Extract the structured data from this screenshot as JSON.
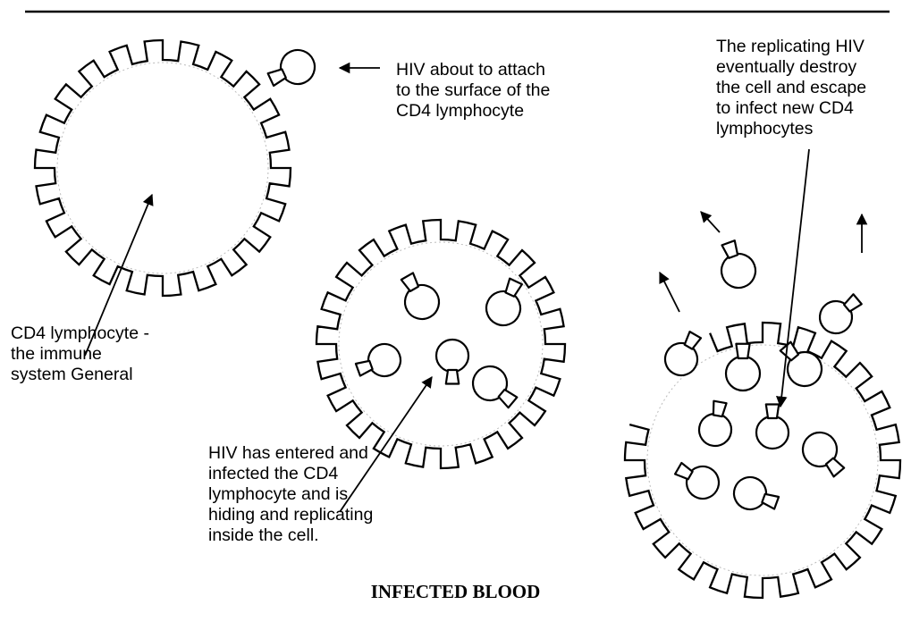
{
  "diagram": {
    "caption": "INFECTED BLOOD",
    "labels": {
      "hiv_attach": [
        "HIV about to attach",
        "to the surface of the",
        "CD4 lymphocyte"
      ],
      "replicating_escape": [
        "The replicating HIV",
        "eventually destroy",
        "the cell and escape",
        "to infect new CD4",
        "lymphocytes"
      ],
      "cd4_general": [
        "CD4 lymphocyte -",
        "the immune",
        "system General"
      ],
      "hiv_entered": [
        "HIV has entered and",
        "infected the CD4",
        "lymphocyte and is",
        "hiding and replicating",
        "inside the cell."
      ]
    },
    "line_color": "#000000"
  }
}
